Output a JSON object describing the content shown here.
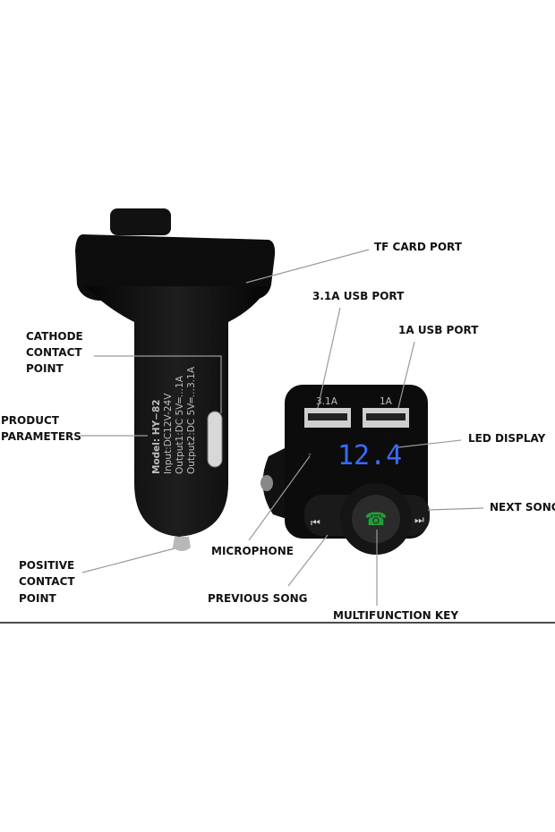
{
  "labels": {
    "tf_card_port": "TF CARD PORT",
    "usb_31a_port": "3.1A USB PORT",
    "usb_1a_port": "1A USB PORT",
    "cathode": [
      "CATHODE",
      "CONTACT",
      "POINT"
    ],
    "product_parameters": [
      "PRODUCT",
      "PARAMETERS"
    ],
    "led_display": "LED DISPLAY",
    "next_song": "NEXT SONG",
    "microphone": "MICROPHONE",
    "positive": [
      "POSITIVE",
      "CONTACT",
      "POINT"
    ],
    "previous_song": "PREVIOUS SONG",
    "multifunction_key": "MULTIFUNCTION KEY"
  },
  "device_print": {
    "model": "Model: HY−82",
    "input": "Input:DC12V-24V",
    "output1": "Output1:DC 5V═…1A",
    "output2": "Output2:DC 5V═…3.1A",
    "port1": "3.1A",
    "port2": "1A",
    "display": "12.4"
  },
  "colors": {
    "display": "#3a6bff",
    "call_key": "#1fa03a"
  },
  "icons": [
    "previous-icon",
    "next-icon",
    "phone-icon"
  ]
}
